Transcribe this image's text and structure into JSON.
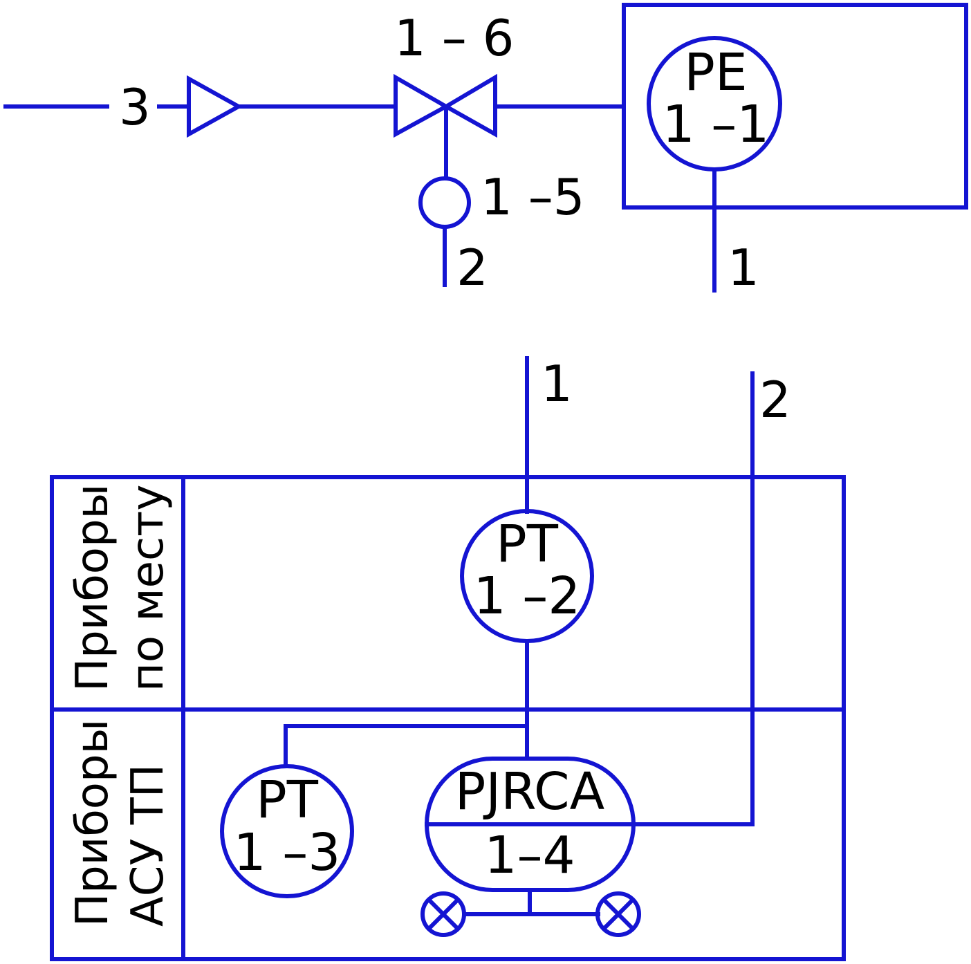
{
  "top": {
    "line_label_3": "3",
    "valve_label": "1 – 6",
    "sensor_tag": "PE",
    "sensor_num": "1 –1",
    "tap_label": "1 –5",
    "line_label_2": "2",
    "line_label_1": "1"
  },
  "bottom": {
    "line_label_1": "1",
    "line_label_2": "2",
    "section_local_line1": "Приборы",
    "section_local_line2": "по месту",
    "section_asu_line1": "Приборы",
    "section_asu_line2": "АСУ ТП",
    "pt_local_tag": "PT",
    "pt_local_num": "1 –2",
    "pt_asu_tag": "PT",
    "pt_asu_num": "1 –3",
    "controller_tag": "PJRCA",
    "controller_num": "1–4"
  },
  "colors": {
    "line": "#1414d2",
    "text": "#000000"
  }
}
